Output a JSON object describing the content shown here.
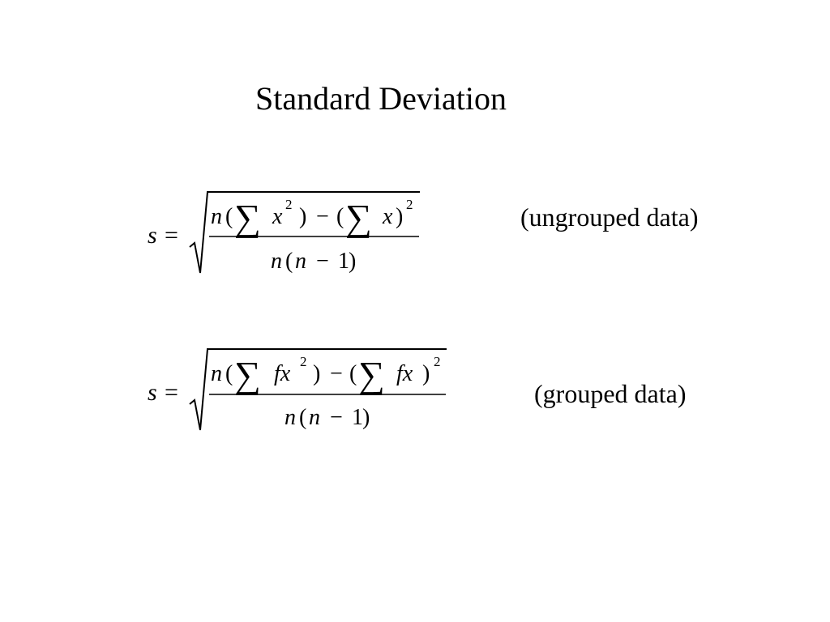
{
  "slide": {
    "title": "Standard Deviation"
  },
  "formulas": [
    {
      "lhs_var": "s",
      "equals": "=",
      "num_n": "n",
      "num_open": "(",
      "sigma1": "∑",
      "term1": "x",
      "exp1": "2",
      "close1": ")",
      "minus": "−",
      "open2": "(",
      "sigma2": "∑",
      "term2": "x",
      "close2": ")",
      "exp2": "2",
      "den_n": "n",
      "den_open": "(",
      "den_n2": "n",
      "den_minus": "−",
      "den_one": "1",
      "den_close": ")",
      "caption": "(ungrouped data)"
    },
    {
      "lhs_var": "s",
      "equals": "=",
      "num_n": "n",
      "num_open": "(",
      "sigma1": "∑",
      "term1": "fx",
      "exp1": "2",
      "close1": ")",
      "minus": "−",
      "open2": "(",
      "sigma2": "∑",
      "term2": "fx",
      "close2": ")",
      "exp2": "2",
      "den_n": "n",
      "den_open": "(",
      "den_n2": "n",
      "den_minus": "−",
      "den_one": "1",
      "den_close": ")",
      "caption": "(grouped data)"
    }
  ]
}
